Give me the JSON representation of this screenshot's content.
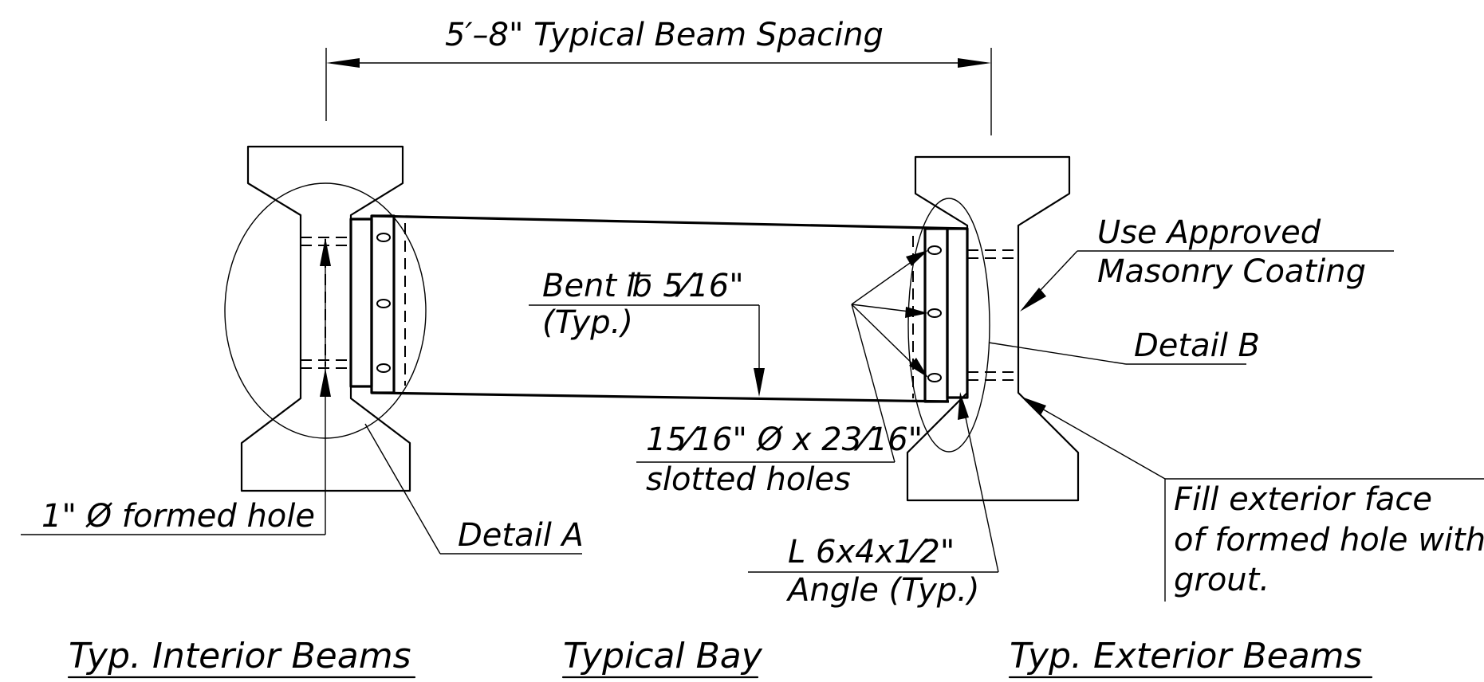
{
  "dimension": {
    "label": "5′–8\" Typical Beam  Spacing"
  },
  "callouts": {
    "bent_plate_line1": "Bent ℔  5⁄16\"",
    "bent_plate_line2": "(Typ.)",
    "slotted_line1": "15⁄16\" Ø  x  23⁄16\"",
    "slotted_line2": "slotted  holes",
    "formed_hole": "1\" Ø  formed  hole",
    "detail_a": "Detail A",
    "detail_b": "Detail B",
    "angle_line1": "L  6x4x1⁄2\"",
    "angle_line2": "Angle (Typ.)",
    "coating_line1": "Use  Approved",
    "coating_line2": "Masonry  Coating",
    "grout_line1": "Fill exterior  face",
    "grout_line2": "of  formed  hole with",
    "grout_line3": "grout."
  },
  "titles": {
    "interior": "Typ. Interior  Beams",
    "bay": "Typical Bay",
    "exterior": "Typ. Exterior  Beams"
  }
}
